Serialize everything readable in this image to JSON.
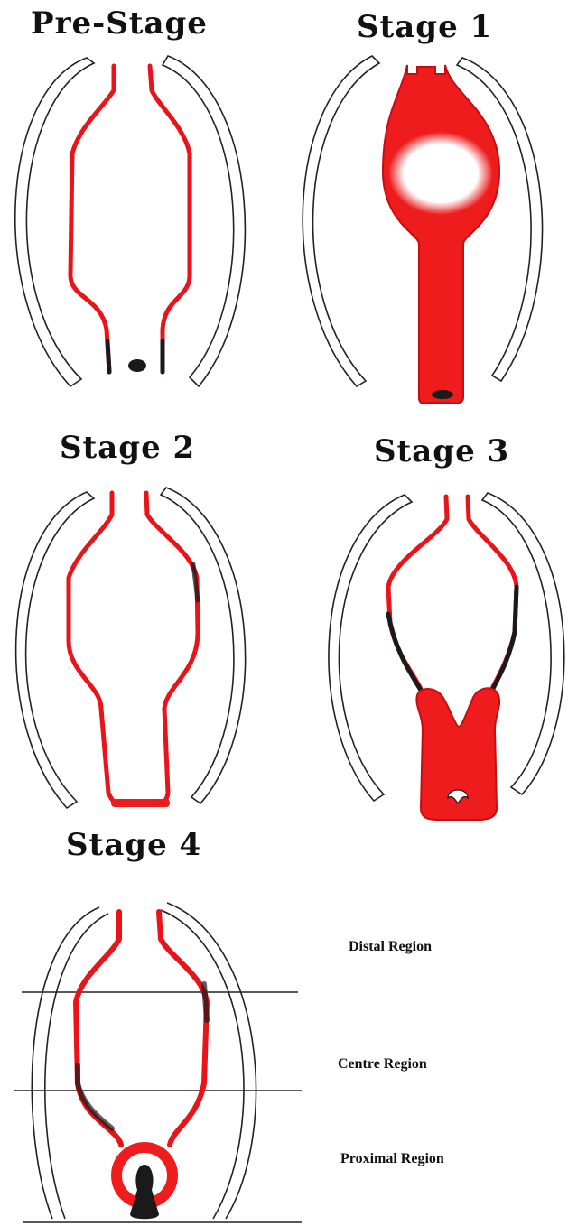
{
  "stages": {
    "pre_stage": "Pre-Stage",
    "stage_1": "Stage 1",
    "stage_2": "Stage 2",
    "stage_3": "Stage 3",
    "stage_4": "Stage 4"
  },
  "regions": {
    "distal": "Distal Region",
    "centre": "Centre Region",
    "proximal": "Proximal Region"
  },
  "colors": {
    "fill_red": "#ee1c1c",
    "dark": "#1a1a1a",
    "outline": "#222222"
  }
}
